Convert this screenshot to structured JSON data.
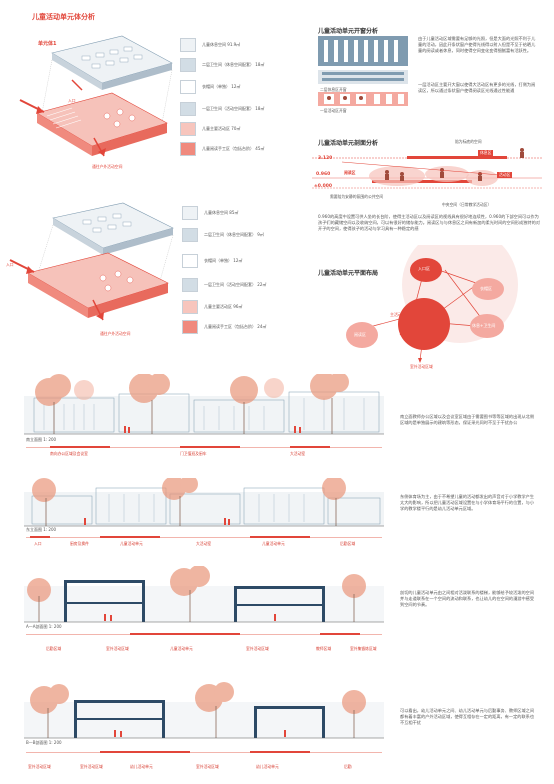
{
  "colors": {
    "accent": "#e2463a",
    "pink": "#f4a9a0",
    "blue": "#7f9bb0",
    "grayblue": "#dde4ea"
  },
  "unit_analysis": {
    "title": "儿童活动单元体分析",
    "unit1_label": "单元体1",
    "entrance_label": "入口",
    "outdoor_label": "通往户外活动空间",
    "legend1": [
      {
        "label": "儿童休息空间   91.9㎡",
        "color": "#eef2f5"
      },
      {
        "label": "二层卫生间（休息空间配套） 18㎡",
        "color": "#d2dde5"
      },
      {
        "label": "衣帽间（单独）   12㎡",
        "color": "#ffffff"
      },
      {
        "label": "一层卫生间（活动空间配套） 18㎡",
        "color": "#d2dde5"
      },
      {
        "label": "儿童主要活动区  70㎡",
        "color": "#f7c5bd"
      },
      {
        "label": "儿童阅读手工区（包括台阶） 45㎡",
        "color": "#f08a7e"
      }
    ],
    "legend2": [
      {
        "label": "儿童休息空间   85㎡",
        "color": "#eef2f5"
      },
      {
        "label": "二层卫生间（休息空间配套） 9㎡",
        "color": "#d2dde5"
      },
      {
        "label": "衣帽间（单独）   12㎡",
        "color": "#ffffff"
      },
      {
        "label": "一层卫生间（活动空间配套） 22㎡",
        "color": "#d2dde5"
      },
      {
        "label": "儿童主要活动区  96㎡",
        "color": "#f7c5bd"
      },
      {
        "label": "儿童阅读手工区（包括台阶） 24㎡",
        "color": "#f08a7e"
      }
    ]
  },
  "opening": {
    "title": "儿童活动单元开窗分析",
    "text1": "由于儿童活动区域需要有足够的光照，但是大面的光照不利于儿童的活动，因此开条状窗户使得光线得以射入但是不至于给晒儿童的阅读或者休息，同时使得空间变化变得细腻富有活跃性。",
    "label2": "二层休息区开窗",
    "text2": "一层活动区主要开大窗以使得大活动区有更多的光线，打侧为阅读区，所以通过条状窗户使得阅读区光线通过性能通",
    "label3": "一层活动区开窗"
  },
  "height": {
    "title": "儿童活动单元剖面分析",
    "guide": "陪为标底的空间",
    "rest": "休息区",
    "activity": "活动区",
    "reading": "阅读区",
    "h1": "3.120",
    "h2": "0.960",
    "h3": "±0.000",
    "note1": "需要陪为安静的氛围的公共空间",
    "note2": "中央空间（日常教学活动区）",
    "paragraph": "0.960的高度中设置可供人坐的长台阶，使得主活动区以及阅读区的视线具有很好地连续性，0.960的下部空间可以作为孩子们的藏储空间以及收纳空间，可以有很好的储存能力。阅读区与与休息区之间有新加的柔光时间的空间形成独特的对开子的空间，使得孩子的活动与学习具有一种稳定的感"
  },
  "flow": {
    "title": "儿童活动单元平面布局",
    "nodes": [
      "入口区",
      "衣帽区",
      "主活动区",
      "休息+卫生间",
      "阅读区",
      "室外活动区域"
    ]
  },
  "sections": [
    {
      "name": "南立面图 1: 200",
      "desc": "南立面教师办公区域以及会议室区域由于需要图书等等区域的出现从北侧区域的是单独展示的建筑等形态，保证采光同时不至于干扰办公",
      "bars": [
        "南向办公区域及会议室",
        "门卫值班及厨车",
        "大活动室"
      ]
    },
    {
      "name": "东立面图 1: 200",
      "desc": "东侧体育场为主，由于不希望儿童的活动都发出的声音对于小学教学产生太大的影响，所以把儿童活动区域设置在与小学体育场平行的位置，与小学的教学楼平行的是幼儿活动单元区域。",
      "bars": [
        "入口",
        "厨房及换件",
        "儿童活动单元",
        "大活动室",
        "儿童活动单元",
        "后勤区域"
      ]
    },
    {
      "name": "A—A剖面图 1: 200",
      "desc": "剖切的儿童活动单元由之间相对活泼联系的楼梯，能够给予较活泼的空间并与走道联系在一个空间的流动和联系，也让幼儿的在空间的漫游中感受到空间的节奏。",
      "bars": [
        "后勤区域",
        "室外活动区域",
        "儿童活动单元",
        "室外活动区域",
        "教师区域",
        "室外集锻炼区域"
      ]
    },
    {
      "name": "B—B剖面图 1: 200",
      "desc": "可以看出，幼儿活动单元之间、幼儿活动单元与后勤事务、教师区域之间都有着丰富的户外活动区域，使得互相存在一定的距离，有一定的联系也不互相干扰",
      "bars": [
        "室外活动区域",
        "室外活动区域",
        "幼儿活动单元",
        "室外活动区域",
        "幼儿活动单元",
        "后勤"
      ]
    }
  ]
}
